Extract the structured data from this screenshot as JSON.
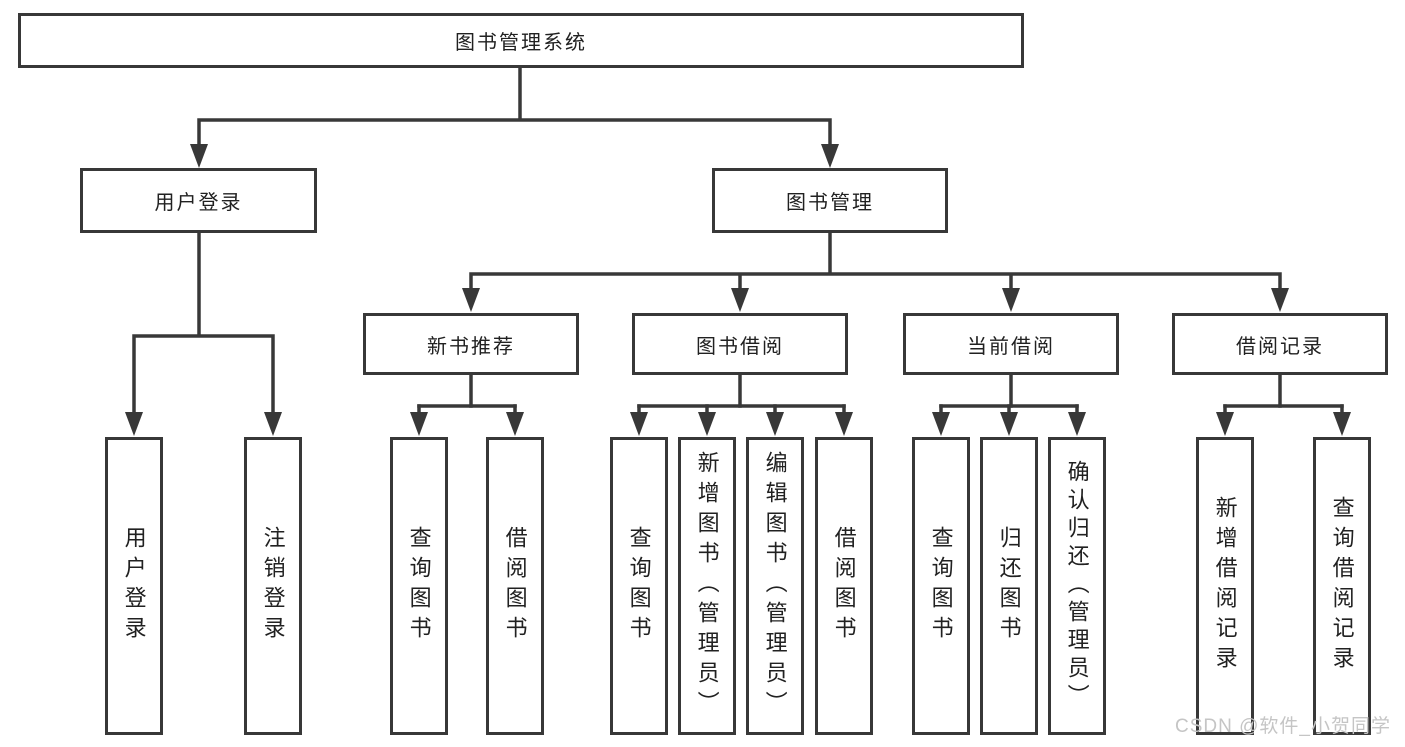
{
  "tree": {
    "root": {
      "label": "图书管理系统"
    },
    "branches": [
      {
        "label": "用户登录",
        "children": [
          {
            "label": "用户登录"
          },
          {
            "label": "注销登录"
          }
        ]
      },
      {
        "label": "图书管理",
        "children": [
          {
            "label": "新书推荐",
            "children": [
              {
                "label": "查询图书"
              },
              {
                "label": "借阅图书"
              }
            ]
          },
          {
            "label": "图书借阅",
            "children": [
              {
                "label": "查询图书"
              },
              {
                "label": "新增图书（管理员）"
              },
              {
                "label": "编辑图书（管理员）"
              },
              {
                "label": "借阅图书"
              }
            ]
          },
          {
            "label": "当前借阅",
            "children": [
              {
                "label": "查询图书"
              },
              {
                "label": "归还图书"
              },
              {
                "label": "确认归还（管理员）"
              }
            ]
          },
          {
            "label": "借阅记录",
            "children": [
              {
                "label": "新增借阅记录"
              },
              {
                "label": "查询借阅记录"
              }
            ]
          }
        ]
      }
    ]
  },
  "watermark": {
    "text": "CSDN @软件_小贺同学"
  },
  "colors": {
    "line": "#383838",
    "box_border": "#383838",
    "box_fill": "#ffffff",
    "text": "#212121",
    "watermark": "#c5c5c5",
    "background": "#ffffff"
  }
}
